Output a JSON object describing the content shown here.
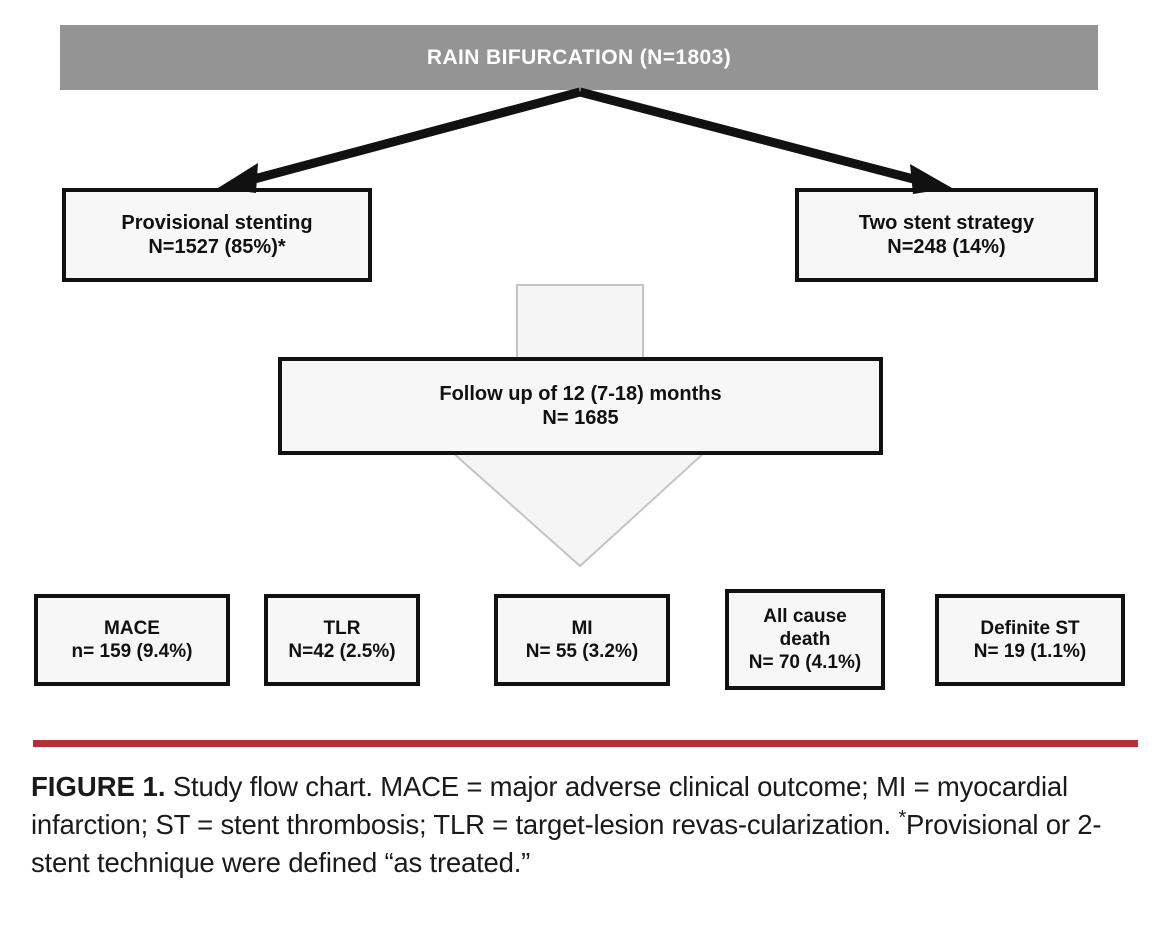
{
  "figure": {
    "header": {
      "label": "RAIN BIFURCATION (N=1803)",
      "bg_color": "#949494",
      "text_color": "#ffffff"
    },
    "nodes": [
      {
        "id": "provisional",
        "lines": [
          "Provisional stenting",
          "N=1527 (85%)*"
        ]
      },
      {
        "id": "two-stent",
        "lines": [
          "Two stent strategy",
          "N=248 (14%)"
        ]
      },
      {
        "id": "follow-up",
        "lines": [
          "Follow up of 12 (7-18) months",
          "N= 1685"
        ]
      },
      {
        "id": "mace",
        "lines": [
          "MACE",
          "n= 159 (9.4%)"
        ]
      },
      {
        "id": "tlr",
        "lines": [
          "TLR",
          "N=42 (2.5%)"
        ]
      },
      {
        "id": "mi",
        "lines": [
          "MI",
          "N= 55 (3.2%)"
        ]
      },
      {
        "id": "all-cause-death",
        "lines": [
          "All cause",
          "death",
          "N= 70 (4.1%)"
        ]
      },
      {
        "id": "definite-st",
        "lines": [
          "Definite ST",
          "N= 19 (1.1%)"
        ]
      }
    ],
    "connectors": [
      {
        "id": "branch-left-arrow",
        "from": "header",
        "to": "provisional",
        "style": "solid-black-diagonal"
      },
      {
        "id": "branch-right-arrow",
        "from": "header",
        "to": "two-stent",
        "style": "solid-black-diagonal"
      },
      {
        "id": "followup-down-arrow",
        "from": "branch-row",
        "to": "outcomes",
        "style": "hollow-gray-block"
      }
    ],
    "colors": {
      "node_fill": "#f6f7f6",
      "node_border": "#111111",
      "big_arrow_fill": "#f4f5f4",
      "big_arrow_stroke": "#bfbfbf",
      "rule": "#b23036"
    },
    "caption": {
      "label": "FIGURE 1.",
      "text_1": " Study flow chart. MACE = major adverse clinical outcome; MI = myocardial infarction; ST = stent thrombosis; TLR = target-lesion revas-cularization. ",
      "asterisk": "*",
      "text_2": "Provisional or 2-stent technique were defined “as treated.”"
    }
  }
}
